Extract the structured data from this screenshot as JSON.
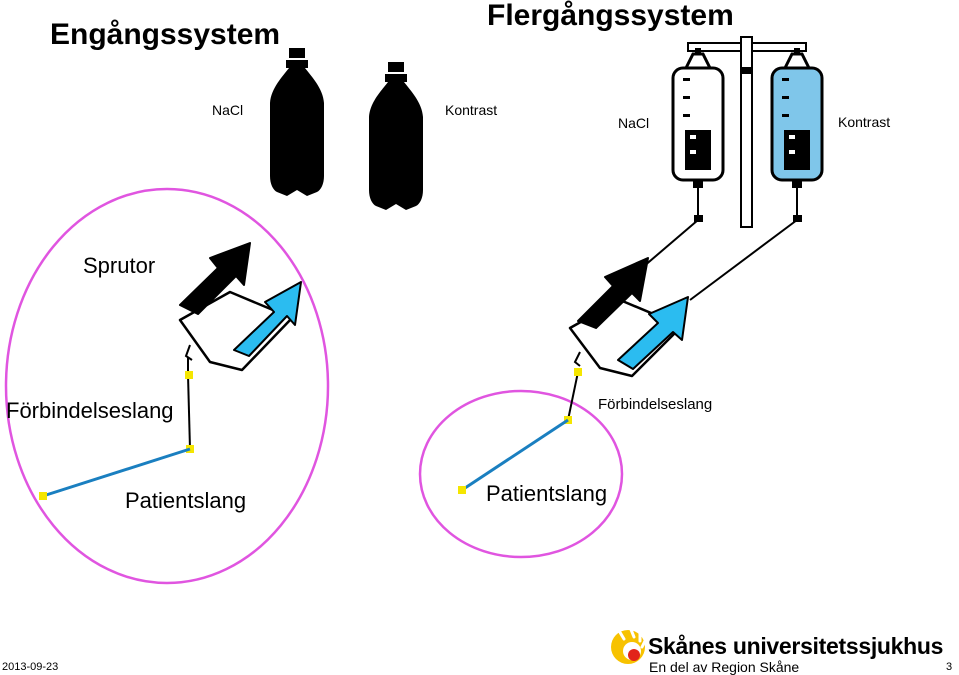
{
  "titles": {
    "single": "Engångssystem",
    "multi": "Flergångssystem"
  },
  "labels": {
    "nacl_left": "NaCl",
    "contrast_left": "Kontrast",
    "nacl_right": "NaCl",
    "contrast_right": "Kontrast",
    "syringes": "Sprutor",
    "connection_tube_left": "Förbindelseslang",
    "connection_tube_right": "Förbindelseslang",
    "patient_tube_left": "Patientslang",
    "patient_tube_right": "Patientslang"
  },
  "footer": {
    "date": "2013-09-23",
    "page_number": "3",
    "brand_name": "Skånes universitetssjukhus",
    "brand_sub": "En del av Region Skåne"
  },
  "colors": {
    "circle": "#e055e0",
    "tube": "#1a7fc0",
    "connector": "#f5e600",
    "syringe_cyan": "#2bbcf0",
    "bag_blue": "#7fc6ea",
    "brand_yellow": "#f7c200",
    "brand_red": "#e2231a"
  }
}
